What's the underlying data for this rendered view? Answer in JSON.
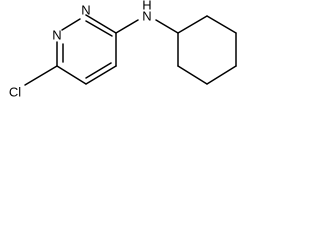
{
  "molecule": {
    "atoms": {
      "cl": "Cl",
      "n_ring_top": "N",
      "n_ring_left": "N",
      "nh_n": "N",
      "nh_h": "H"
    }
  }
}
